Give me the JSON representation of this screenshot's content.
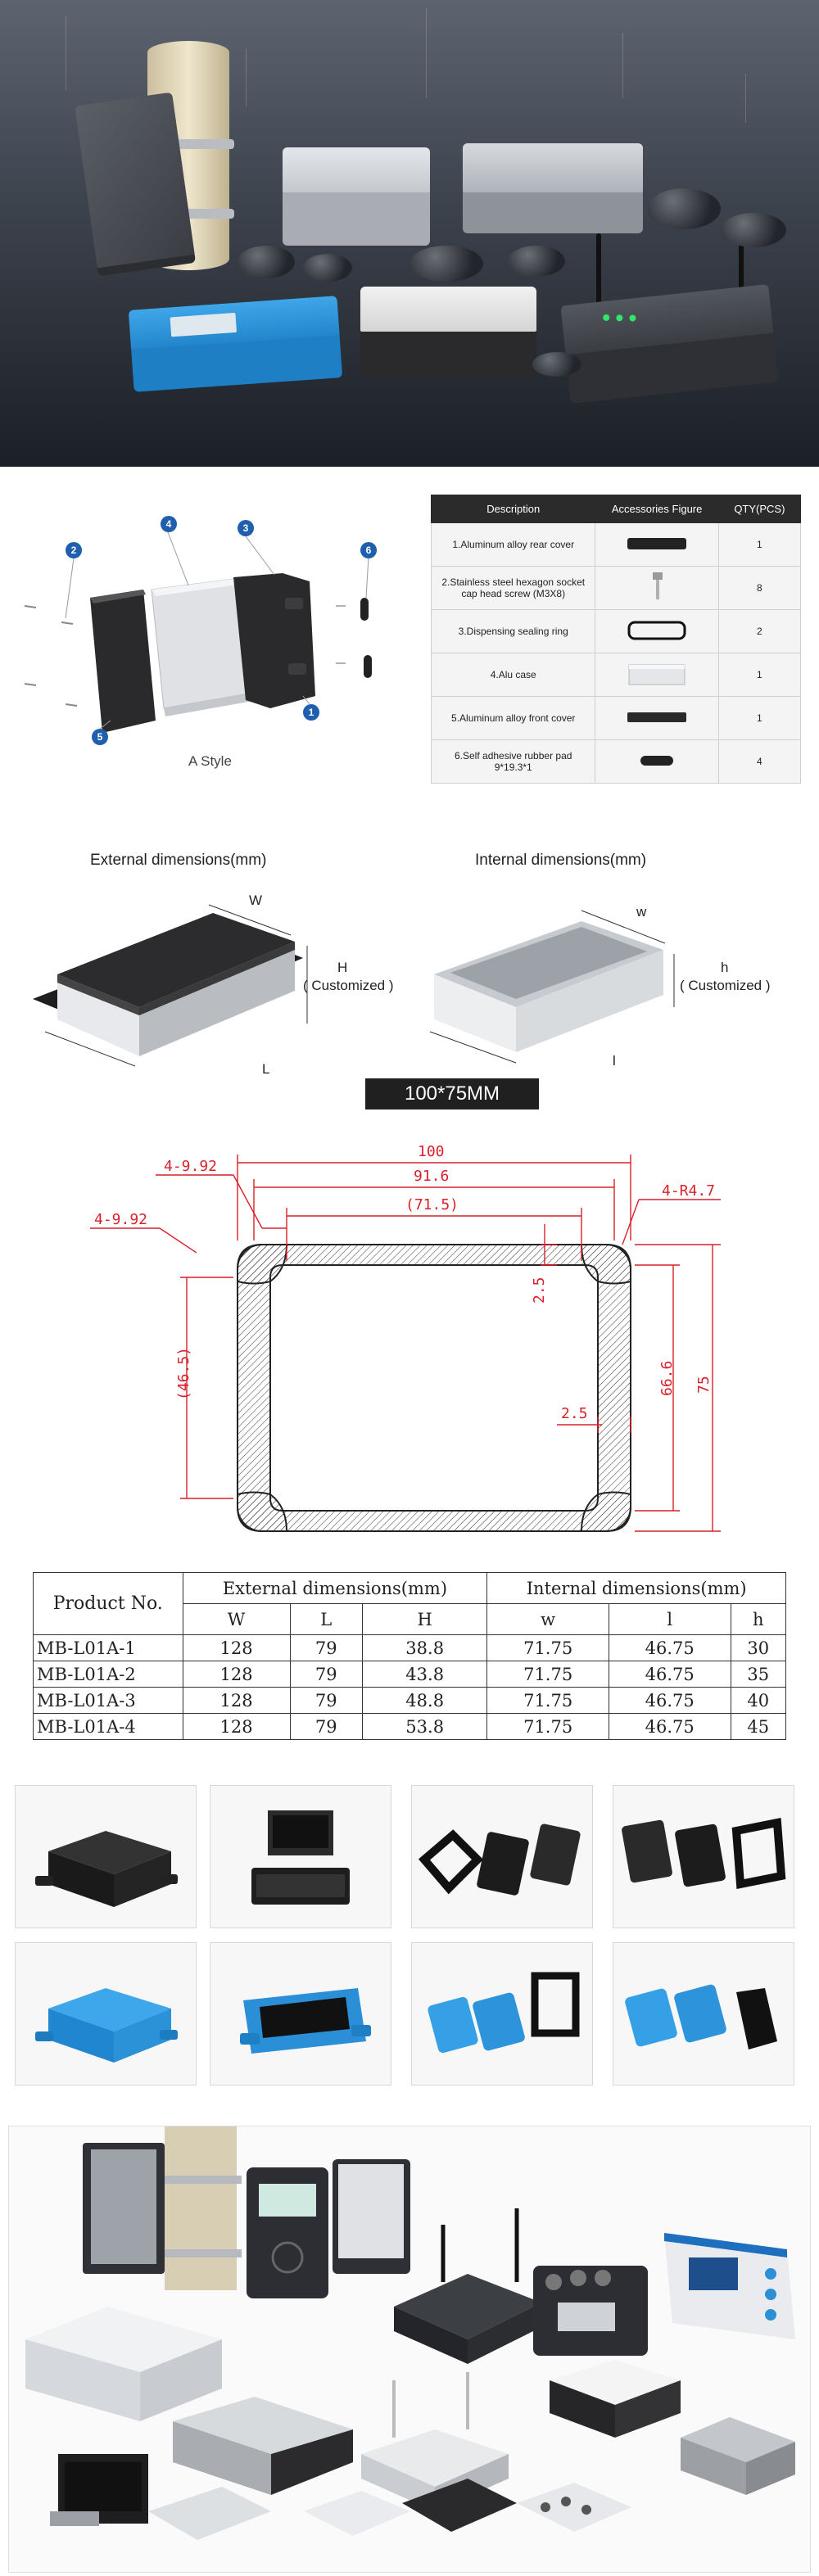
{
  "explode": {
    "callouts": [
      "1",
      "2",
      "3",
      "4",
      "5",
      "6"
    ],
    "style_label": "A Style"
  },
  "accessories": {
    "headers": [
      "Description",
      "Accessories Figure",
      "QTY(PCS)"
    ],
    "rows": [
      {
        "desc": "1.Aluminum alloy rear cover",
        "qty": "1",
        "figure": "rear-cover-figure"
      },
      {
        "desc": "2.Stainless steel hexagon socket cap head screw (M3X8)",
        "qty": "8",
        "figure": "screw-figure"
      },
      {
        "desc": "3.Dispensing sealing ring",
        "qty": "2",
        "figure": "sealing-ring-figure"
      },
      {
        "desc": "4.Alu case",
        "qty": "1",
        "figure": "alu-case-figure"
      },
      {
        "desc": "5.Aluminum alloy front cover",
        "qty": "1",
        "figure": "front-cover-figure"
      },
      {
        "desc": "6.Self adhesive rubber pad 9*19.3*1",
        "qty": "4",
        "figure": "rubber-pad-figure"
      }
    ]
  },
  "dimensions": {
    "external_title": "External dimensions(mm)",
    "internal_title": "Internal dimensions(mm)",
    "ext_w": "W",
    "ext_h": "H",
    "ext_h_note": "( Customized )",
    "ext_l": "L",
    "int_w": "w",
    "int_h": "h",
    "int_h_note": "( Customized )",
    "int_l": "l",
    "size_banner": "100*75MM"
  },
  "drawing": {
    "d100": "100",
    "d91_6": "91.6",
    "d71_5": "(71.5)",
    "hole_top": "4-9.92",
    "hole_left": "4-9.92",
    "radius": "4-R4.7",
    "wall_top": "2.5",
    "wall_side": "2.5",
    "d46_5": "(46.5)",
    "d66_6": "66.6",
    "d75": "75"
  },
  "product_table": {
    "col_product": "Product No.",
    "col_external": "External dimensions(mm)",
    "col_internal": "Internal dimensions(mm)",
    "sub": [
      "W",
      "L",
      "H",
      "w",
      "l",
      "h"
    ],
    "rows": [
      {
        "pn": "MB-L01A-1",
        "W": "128",
        "L": "79",
        "H": "38.8",
        "w": "71.75",
        "l": "46.75",
        "h": "30"
      },
      {
        "pn": "MB-L01A-2",
        "W": "128",
        "L": "79",
        "H": "43.8",
        "w": "71.75",
        "l": "46.75",
        "h": "35"
      },
      {
        "pn": "MB-L01A-3",
        "W": "128",
        "L": "79",
        "H": "48.8",
        "w": "71.75",
        "l": "46.75",
        "h": "40"
      },
      {
        "pn": "MB-L01A-4",
        "W": "128",
        "L": "79",
        "H": "53.8",
        "w": "71.75",
        "l": "46.75",
        "h": "45"
      }
    ]
  },
  "colors": {
    "callout_blue": "#1f5fae",
    "enclosure_blue": "#2d8fd6",
    "enclosure_black": "#1c1c1c",
    "dim_red": "#d9212b"
  }
}
